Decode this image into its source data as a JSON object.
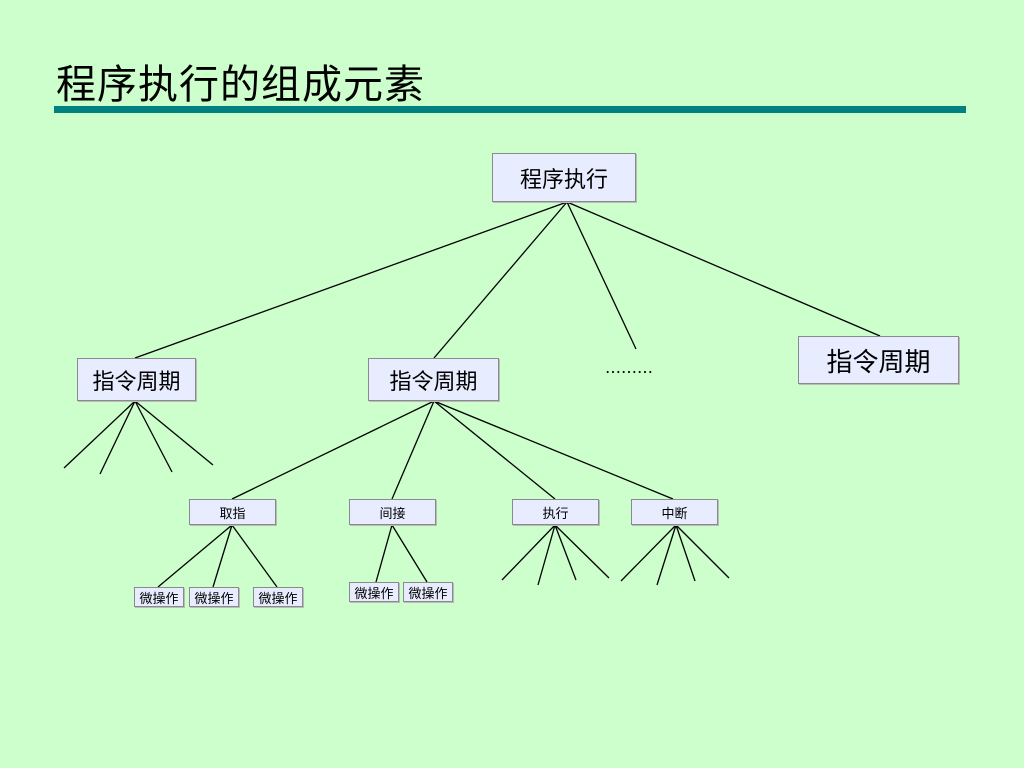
{
  "title": "程序执行的组成元素",
  "diagram": {
    "root": "程序执行",
    "cycles": [
      "指令周期",
      "指令周期",
      "指令周期"
    ],
    "ellipsis": "………",
    "phases": [
      "取指",
      "间接",
      "执行",
      "中断"
    ],
    "micro_ops": [
      "微操作",
      "微操作",
      "微操作",
      "微操作",
      "微操作"
    ]
  },
  "colors": {
    "background": "#ccffcc",
    "rule": "#008080",
    "node_fill": "#e8ecff"
  }
}
